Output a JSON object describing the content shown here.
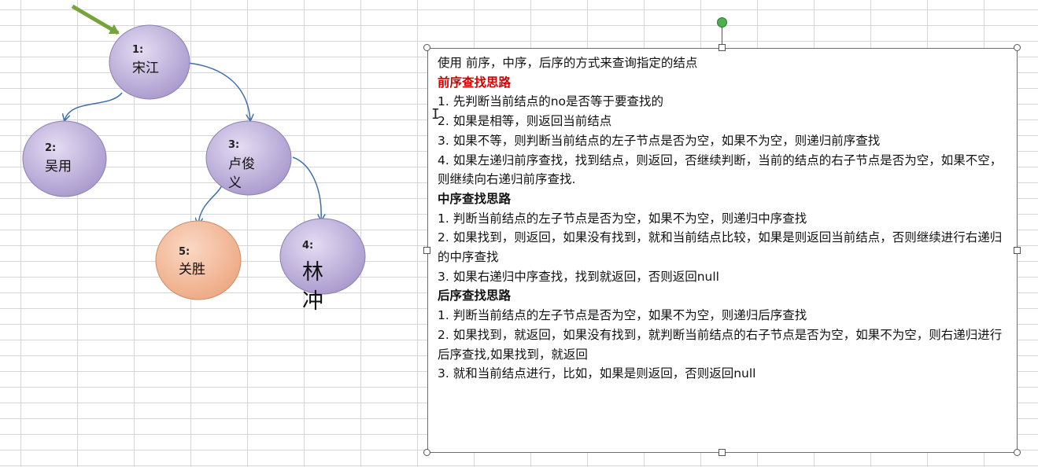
{
  "tree": {
    "nodes": [
      {
        "id": "1",
        "num": "1:",
        "name": "宋江",
        "fill": "#b3a4d6"
      },
      {
        "id": "2",
        "num": "2:",
        "name": "吴用",
        "fill": "#b3a4d6"
      },
      {
        "id": "3",
        "num": "3:",
        "name_line1": "卢俊",
        "name_line2": "义",
        "fill": "#b3a4d6"
      },
      {
        "id": "4",
        "num": "4:",
        "name_line1": "林",
        "name_line2": "冲",
        "fill": "#b3a4d6"
      },
      {
        "id": "5",
        "num": "5:",
        "name": "关胜",
        "fill": "#f0b898"
      }
    ],
    "pointer_color": "#76a33a",
    "edge_color": "#3f6fa8"
  },
  "textbox": {
    "intro": "使用 前序，中序，后序的方式来查询指定的结点",
    "pre": {
      "title": "前序查找思路",
      "steps": [
        "1.  先判断当前结点的no是否等于要查找的",
        "2. 如果是相等，则返回当前结点",
        "3. 如果不等，则判断当前结点的左子节点是否为空，如果不为空，则递归前序查找",
        "4. 如果左递归前序查找，找到结点，则返回，否继续判断，当前的结点的右子节点是否为空，如果不空，则继续向右递归前序查找."
      ]
    },
    "in": {
      "title": "中序查找思路",
      "steps": [
        "1.  判断当前结点的左子节点是否为空，如果不为空，则递归中序查找",
        "2. 如果找到，则返回，如果没有找到，就和当前结点比较，如果是则返回当前结点，否则继续进行右递归的中序查找",
        "3. 如果右递归中序查找，找到就返回，否则返回null"
      ]
    },
    "post": {
      "title": "后序查找思路",
      "steps": [
        "1. 判断当前结点的左子节点是否为空，如果不为空，则递归后序查找",
        "2. 如果找到，就返回，如果没有找到，就判断当前结点的右子节点是否为空，如果不为空，则右递归进行后序查找,如果找到，就返回",
        "3. 就和当前结点进行，比如，如果是则返回，否则返回null"
      ]
    },
    "accent_color": "#d40000"
  }
}
